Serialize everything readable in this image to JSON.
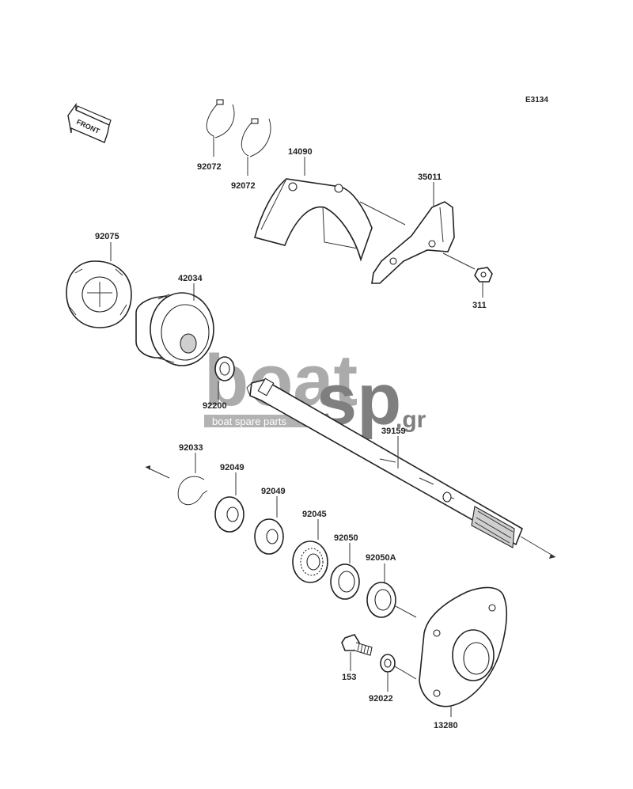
{
  "diagram_code": "E3134",
  "front_marker": "FRONT",
  "watermark": {
    "primary": "boat",
    "secondary": "sp",
    "suffix": ".gr",
    "tagline": "boat spare parts",
    "colors": {
      "gray": "#8f8f8f",
      "dark": "#4a4a4a",
      "band": "#9a9a9a"
    }
  },
  "parts": [
    {
      "id": "92072a",
      "label": "92072"
    },
    {
      "id": "92072b",
      "label": "92072"
    },
    {
      "id": "14090",
      "label": "14090"
    },
    {
      "id": "35011",
      "label": "35011"
    },
    {
      "id": "311",
      "label": "311"
    },
    {
      "id": "92075",
      "label": "92075"
    },
    {
      "id": "42034",
      "label": "42034"
    },
    {
      "id": "92200",
      "label": "92200"
    },
    {
      "id": "39159",
      "label": "39159"
    },
    {
      "id": "92033",
      "label": "92033"
    },
    {
      "id": "92049a",
      "label": "92049"
    },
    {
      "id": "92049b",
      "label": "92049"
    },
    {
      "id": "92045",
      "label": "92045"
    },
    {
      "id": "92050",
      "label": "92050"
    },
    {
      "id": "92050A",
      "label": "92050A"
    },
    {
      "id": "153",
      "label": "153"
    },
    {
      "id": "92022",
      "label": "92022"
    },
    {
      "id": "13280",
      "label": "13280"
    }
  ]
}
